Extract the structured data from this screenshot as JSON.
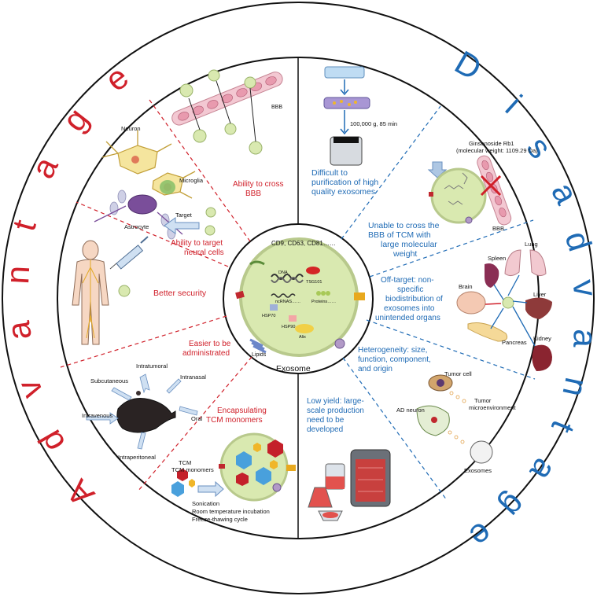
{
  "ring_left_title": "Advantage",
  "ring_right_title": "Disadvantage",
  "center": {
    "title": "Exosome",
    "markers": "CD9, CD63, CD81……",
    "labels": [
      "DNA",
      "TSG101",
      "ncRNAS……",
      "HSP70",
      "Proteins……",
      "HSP90",
      "Alix",
      "Lipids"
    ]
  },
  "advantages": {
    "bbb_caption": "Ability to cross BBB",
    "bbb_label": "BBB",
    "neural_caption": "Ability to target neural cells",
    "neuron": "Neuron",
    "microglia": "Microglia",
    "astrocyte": "Astrocyte",
    "target": "Target",
    "security": "Better security",
    "administered": "Easier to be administrated",
    "routes": [
      "Intratumoral",
      "Subcutaneous",
      "Intranasal",
      "Intravenous",
      "Oral",
      "Intraperitoneal"
    ],
    "tcm_caption": "Encapsulating TCM monomers",
    "tcm_monomers": "TCM monomers",
    "methods": [
      "Sonication",
      "Room temperature incubation",
      "Freeze-thawing cycle"
    ]
  },
  "disadvantages": {
    "purification": "Difficult to purification of high quality exosomes",
    "centrifuge": "100,000 g, 85 min",
    "ginsenoside": "Ginsenoside Rb1",
    "mol_weight": "(molecular weight: 1109.29 Da)",
    "bbb_label": "BBB",
    "unable_bbb": "Unable to cross the BBB of TCM with large molecular weight",
    "off_target": "Off-target: non-specific biodistribution of exosomes into unintended organs",
    "organs": [
      "Lung",
      "Spleen",
      "Brain",
      "Liver",
      "Kidney",
      "Pancreas"
    ],
    "heterogeneity": "Heterogeneity: size, function, component, and origin",
    "tumor_cell": "Tumor cell",
    "tumor_micro": "Tumor microenvironment",
    "ad_neuron": "AD neuron",
    "exosomes": "Exosomes",
    "low_yield": "Low yield: large-scale production need to be developed"
  },
  "colors": {
    "advantage": "#d0202a",
    "disadvantage": "#1f6bb5",
    "membrane": "#d9e9b0"
  }
}
